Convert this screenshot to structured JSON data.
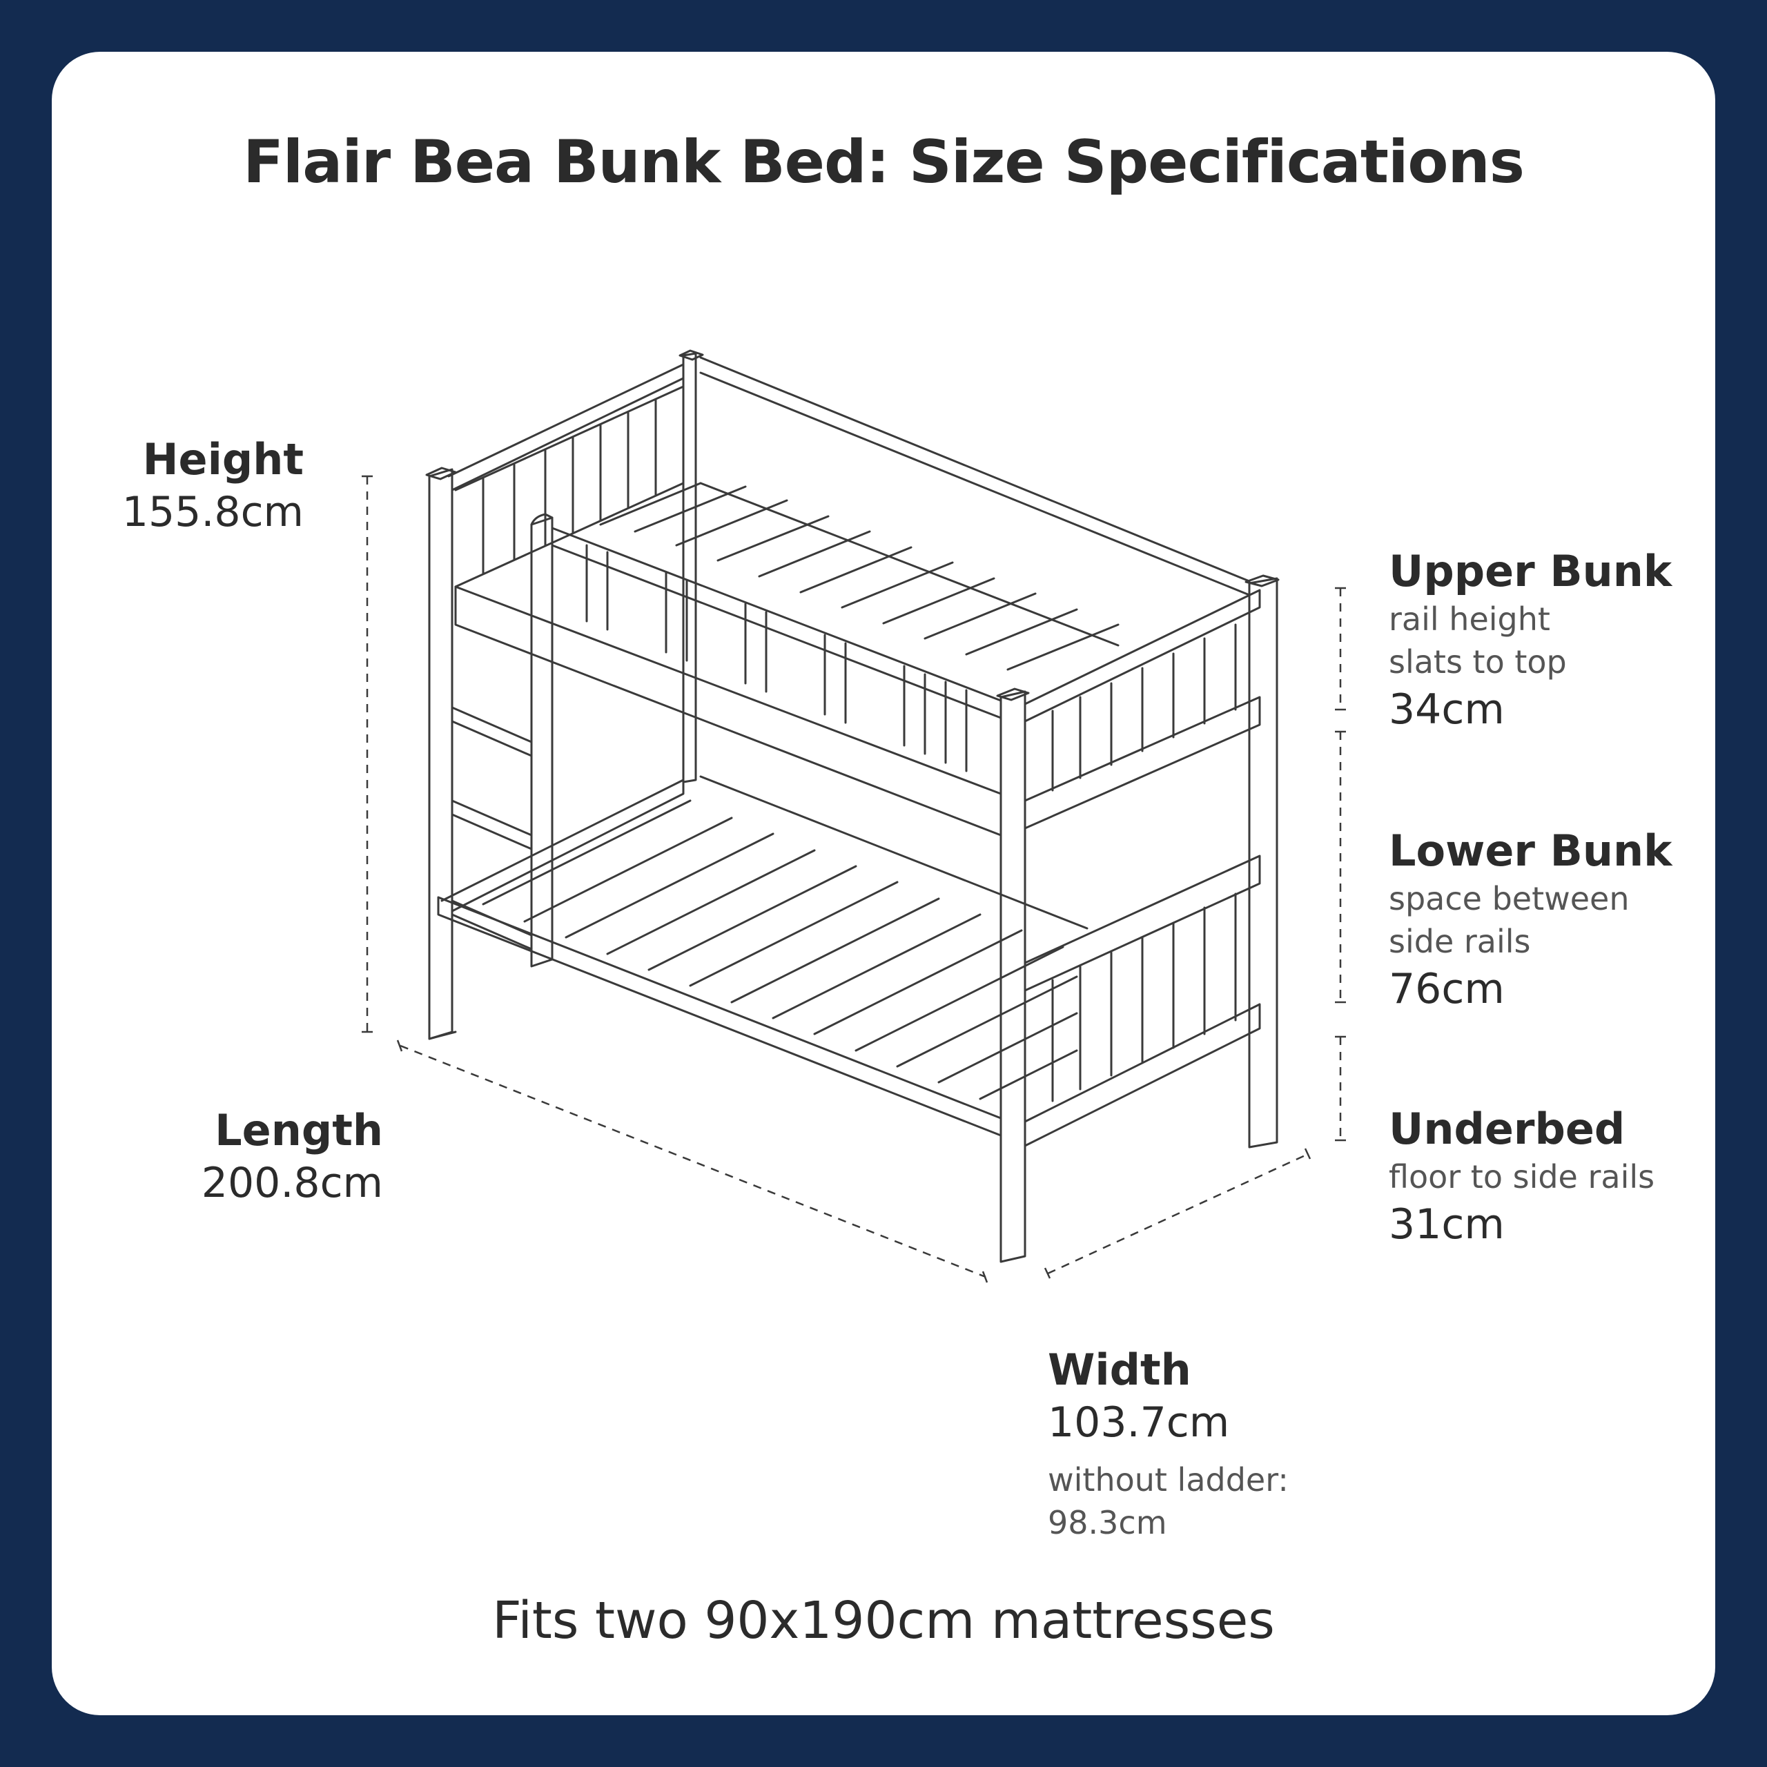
{
  "title": "Flair Bea Bunk Bed: Size Specifications",
  "dimensions": {
    "height": {
      "label": "Height",
      "value": "155.8cm"
    },
    "length": {
      "label": "Length",
      "value": "200.8cm"
    },
    "width": {
      "label": "Width",
      "value": "103.7cm",
      "note_1": "without ladder:",
      "note_2": "98.3cm"
    },
    "upper_bunk": {
      "label": "Upper Bunk",
      "desc_1": "rail height",
      "desc_2": "slats to top",
      "value": "34cm"
    },
    "lower_bunk": {
      "label": "Lower Bunk",
      "desc_1": "space between",
      "desc_2": "side rails",
      "value": "76cm"
    },
    "underbed": {
      "label": "Underbed",
      "desc_1": "floor to side rails",
      "value": "31cm"
    }
  },
  "footer": "Fits two 90x190cm mattresses",
  "colors": {
    "frame": "#132b50",
    "card": "#ffffff",
    "ink": "#2b2b2b"
  }
}
